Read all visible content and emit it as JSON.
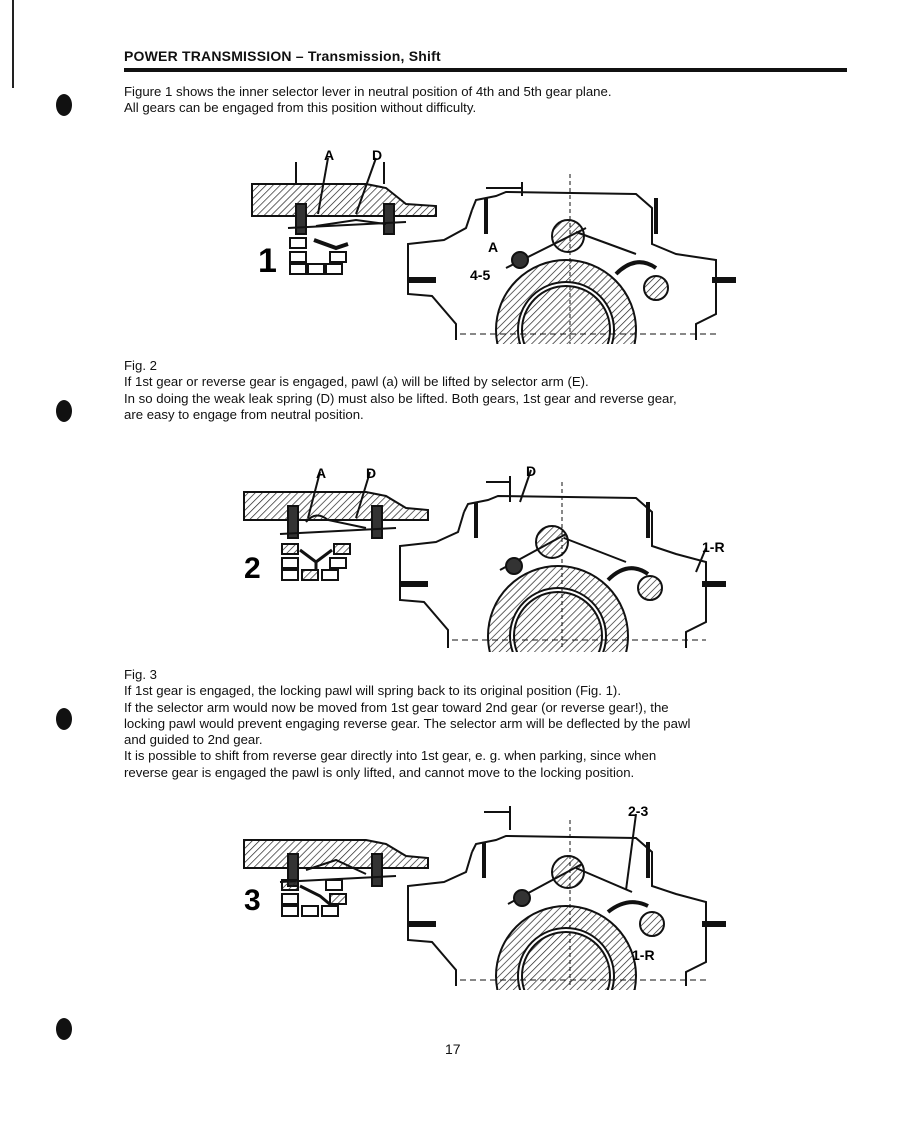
{
  "header": {
    "title": "POWER TRANSMISSION",
    "separator": " – ",
    "subtitle": "Transmission, Shift"
  },
  "paragraphs": {
    "p1": "Figure 1 shows the inner selector lever in neutral position of 4th and 5th gear plane.\nAll gears can be engaged from this position without difficulty.",
    "p2": "Fig. 2\nIf 1st gear or reverse gear is engaged, pawl (a) will be lifted by selector arm (E).\nIn so doing the weak leak spring (D) must also be lifted. Both gears, 1st gear and reverse gear,\nare easy to engage from neutral position.",
    "p3": "Fig. 3\nIf 1st gear is engaged, the locking pawl will spring back to its original position (Fig. 1).\nIf the selector arm would now be moved from 1st gear toward 2nd gear (or reverse gear!), the\nlocking pawl would prevent engaging reverse gear. The selector arm will be deflected by the pawl\nand guided to 2nd gear.\nIt is possible to shift from reverse gear directly into 1st gear, e. g. when parking, since when\nreverse gear is engaged the pawl is only lifted, and cannot move to the locking position."
  },
  "figures": {
    "fig1": {
      "number": "1",
      "labels": [
        "A",
        "D",
        "A",
        "4-5"
      ]
    },
    "fig2": {
      "number": "2",
      "labels": [
        "A",
        "D",
        "D",
        "1-R"
      ]
    },
    "fig3": {
      "number": "3",
      "labels": [
        "2-3",
        "1-R"
      ]
    }
  },
  "page_number": "17"
}
